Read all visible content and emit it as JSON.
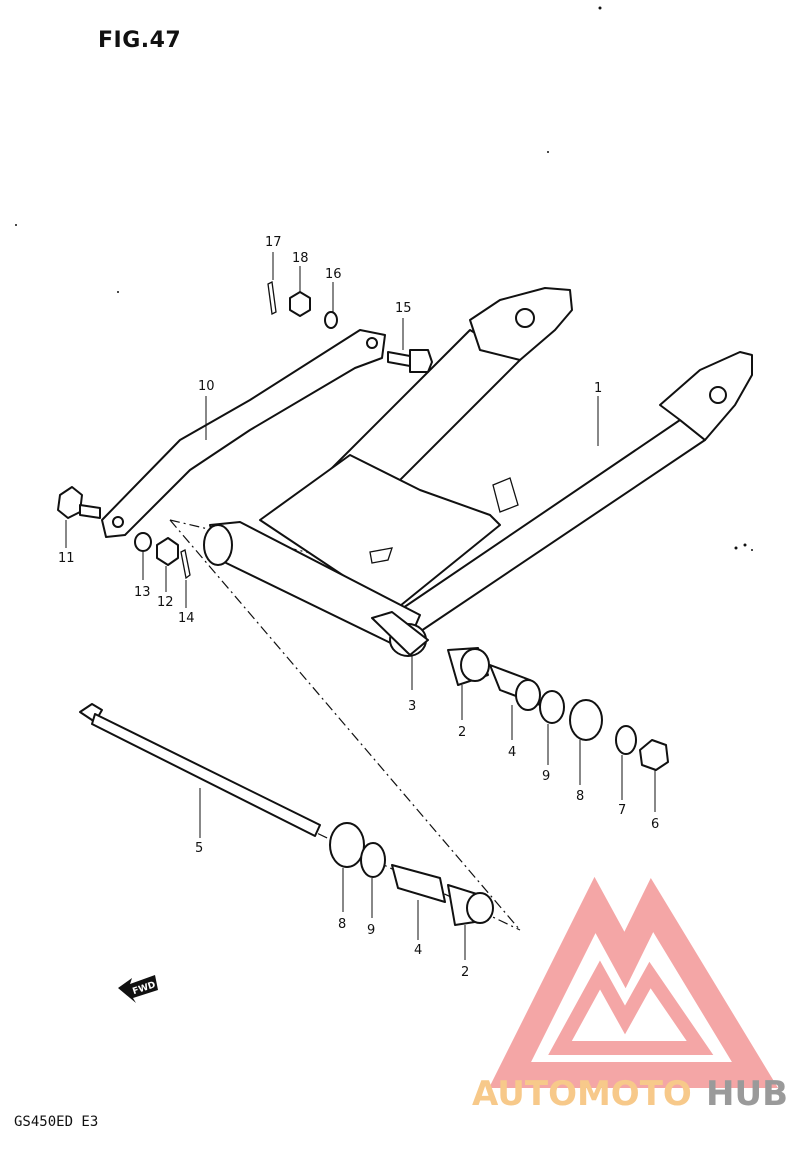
{
  "figure": {
    "title": "FIG.47",
    "model_code": "GS450ED E3"
  },
  "fwd_mark": {
    "label": "FWD"
  },
  "watermark": {
    "word_part_1": "AUTOMOTO",
    "word_part_2": "HUB",
    "color_primary": "#f4a6a6",
    "color_text_1": "#f7c98a",
    "color_text_2": "#9a9a9a"
  },
  "parts": [
    {
      "id": "p1",
      "number": "1"
    },
    {
      "id": "p2a",
      "number": "2"
    },
    {
      "id": "p2b",
      "number": "2"
    },
    {
      "id": "p3",
      "number": "3"
    },
    {
      "id": "p4a",
      "number": "4"
    },
    {
      "id": "p4b",
      "number": "4"
    },
    {
      "id": "p5",
      "number": "5"
    },
    {
      "id": "p6",
      "number": "6"
    },
    {
      "id": "p7",
      "number": "7"
    },
    {
      "id": "p8a",
      "number": "8"
    },
    {
      "id": "p8b",
      "number": "8"
    },
    {
      "id": "p9a",
      "number": "9"
    },
    {
      "id": "p9b",
      "number": "9"
    },
    {
      "id": "p10",
      "number": "10"
    },
    {
      "id": "p11",
      "number": "11"
    },
    {
      "id": "p12",
      "number": "12"
    },
    {
      "id": "p13",
      "number": "13"
    },
    {
      "id": "p14",
      "number": "14"
    },
    {
      "id": "p15",
      "number": "15"
    },
    {
      "id": "p16",
      "number": "16"
    },
    {
      "id": "p17",
      "number": "17"
    },
    {
      "id": "p18",
      "number": "18"
    }
  ]
}
